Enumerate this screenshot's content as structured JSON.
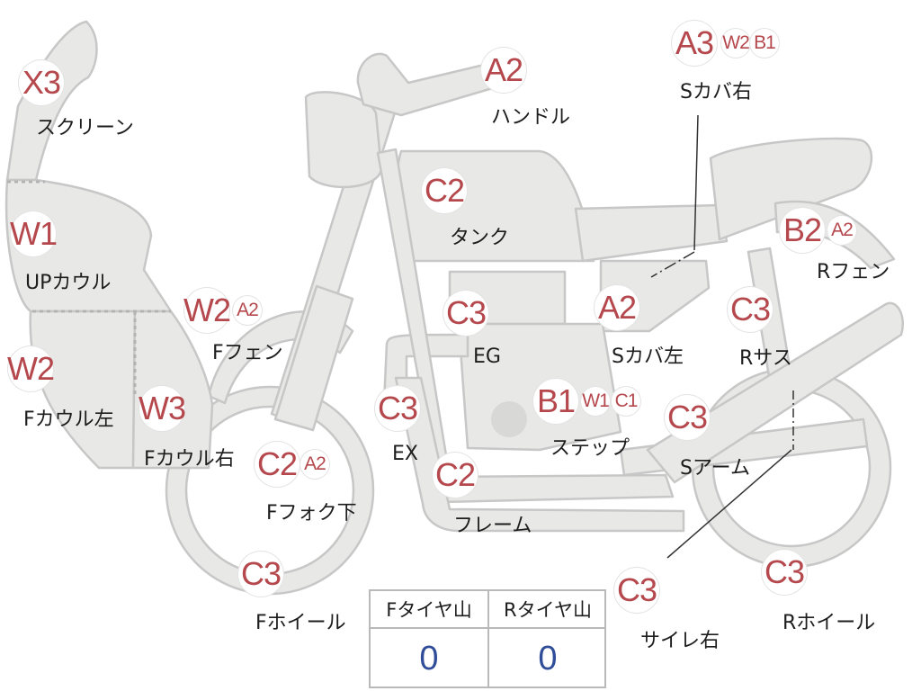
{
  "colors": {
    "part_fill": "#e8e8e6",
    "part_stroke": "#c7c7c7",
    "grade_text": "#b5484d",
    "tire_value": "#2f4d99"
  },
  "parts": [
    {
      "id": "screen",
      "label": "スクリーン",
      "grades": [
        "X3"
      ]
    },
    {
      "id": "up-cowl",
      "label": "UPカウル",
      "grades": [
        "W1"
      ]
    },
    {
      "id": "f-cowl-l",
      "label": "Fカウル左",
      "grades": [
        "W2"
      ]
    },
    {
      "id": "f-cowl-r",
      "label": "Fカウル右",
      "grades": [
        "W3"
      ]
    },
    {
      "id": "f-fender",
      "label": "Fフェン",
      "grades": [
        "W2",
        "A2"
      ]
    },
    {
      "id": "f-fork",
      "label": "Fフォク下",
      "grades": [
        "C2",
        "A2"
      ]
    },
    {
      "id": "f-wheel",
      "label": "Fホイール",
      "grades": [
        "C3"
      ]
    },
    {
      "id": "handle",
      "label": "ハンドル",
      "grades": [
        "A2"
      ]
    },
    {
      "id": "tank",
      "label": "タンク",
      "grades": [
        "C2"
      ]
    },
    {
      "id": "engine",
      "label": "EG",
      "grades": [
        "C3"
      ]
    },
    {
      "id": "exhaust",
      "label": "EX",
      "grades": [
        "C3"
      ]
    },
    {
      "id": "frame",
      "label": "フレーム",
      "grades": [
        "C2"
      ]
    },
    {
      "id": "step",
      "label": "ステップ",
      "grades": [
        "B1",
        "W1",
        "C1"
      ]
    },
    {
      "id": "s-cover-l",
      "label": "Sカバ左",
      "grades": [
        "A2"
      ]
    },
    {
      "id": "s-cover-r",
      "label": "Sカバ右",
      "grades": [
        "A3",
        "W2",
        "B1"
      ]
    },
    {
      "id": "r-fender",
      "label": "Rフェン",
      "grades": [
        "B2",
        "A2"
      ]
    },
    {
      "id": "r-sus",
      "label": "Rサス",
      "grades": [
        "C3"
      ]
    },
    {
      "id": "s-arm",
      "label": "Sアーム",
      "grades": [
        "C3"
      ]
    },
    {
      "id": "muffler-r",
      "label": "サイレ右",
      "grades": [
        "C3"
      ]
    },
    {
      "id": "r-wheel",
      "label": "Rホイール",
      "grades": [
        "C3"
      ]
    }
  ],
  "tire_tread": {
    "front_label": "Fタイヤ山",
    "rear_label": "Rタイヤ山",
    "front_value": "0",
    "rear_value": "0"
  }
}
